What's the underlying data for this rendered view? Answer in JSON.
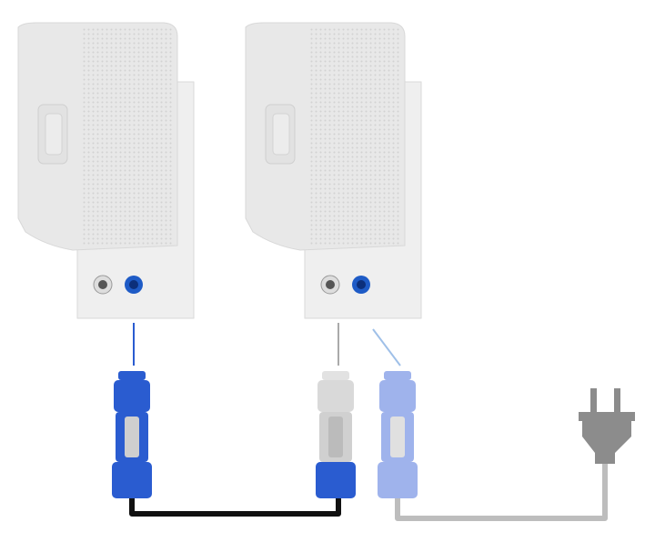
{
  "diagram": {
    "speakers": [
      {
        "id": "speaker-1",
        "input_connector_color": "#1e5bc6"
      },
      {
        "id": "speaker-2",
        "input_connector_color": "#1e5bc6"
      }
    ],
    "connectors": [
      {
        "id": "powercon-blue-in",
        "body_color": "#2a5cd0"
      },
      {
        "id": "powercon-grey-out",
        "body_color": "#d9d9d9",
        "nut_color": "#2a5cd0"
      },
      {
        "id": "powercon-blue-faded",
        "body_color": "#9fb3ec"
      }
    ],
    "cables": [
      {
        "id": "link-cable",
        "color": "#111111"
      },
      {
        "id": "mains-cable",
        "color": "#bdbdbd"
      }
    ],
    "icons": [
      "speaker-icon",
      "powercon-icon",
      "power-plug-icon"
    ],
    "colors": {
      "speaker": "#e6e6e6",
      "panel": "#efefef",
      "blue": "#2a5cd0",
      "grey": "#bdbdbd",
      "black": "#111111"
    }
  }
}
